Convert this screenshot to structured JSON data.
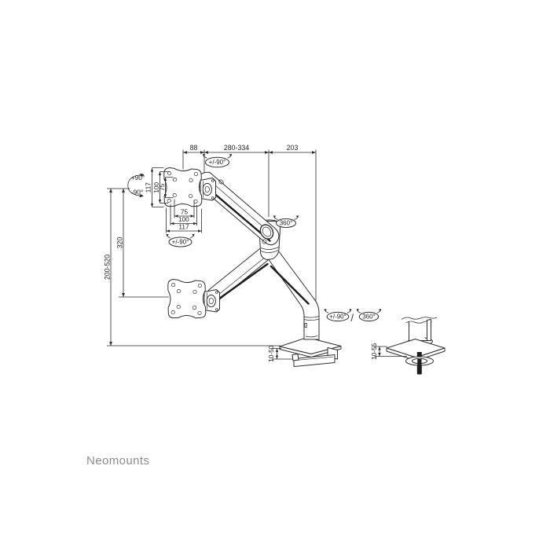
{
  "brand": {
    "name": "Neomounts",
    "text_color": "#8a8c8e"
  },
  "drawing": {
    "type": "technical-dimension-diagram",
    "subject": "gas-spring monitor desk mount arm with clamp and grommet base",
    "dimensions": {
      "top": [
        "88",
        "280-334",
        "203"
      ],
      "height_range": "200-520",
      "height_mid": "320",
      "vesa_vertical": [
        "117",
        "100",
        "75"
      ],
      "vesa_horizontal": [
        "75",
        "100",
        "117"
      ],
      "clamp_thickness": "10-50",
      "grommet_thickness": "10-55"
    },
    "rotations": {
      "tilt_up": "+90°",
      "tilt_down": "-90°",
      "head_swivel": "+/-90°",
      "vesa_rotation": "+/-90°",
      "elbow_rotation": "360°",
      "base_swivel": "+/-90°",
      "separator": "/",
      "base_rotation": "360°"
    },
    "colors": {
      "line": "#2f2f31",
      "dark_accent": "#1d1d1f",
      "dim_text": "#1f1f21"
    }
  }
}
